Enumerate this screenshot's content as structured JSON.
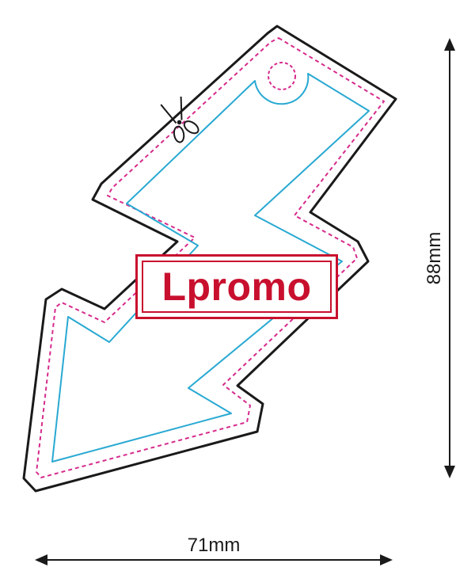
{
  "logo": {
    "text": "Lpromo"
  },
  "dimensions": {
    "width_label": "71mm",
    "height_label": "88mm"
  },
  "colors": {
    "cut_line": "#1a1a1a",
    "bleed_line": "#d62b8c",
    "safe_area": "#29a9d2",
    "logo": "#c8102e"
  },
  "icons": [
    "scissors-icon"
  ]
}
